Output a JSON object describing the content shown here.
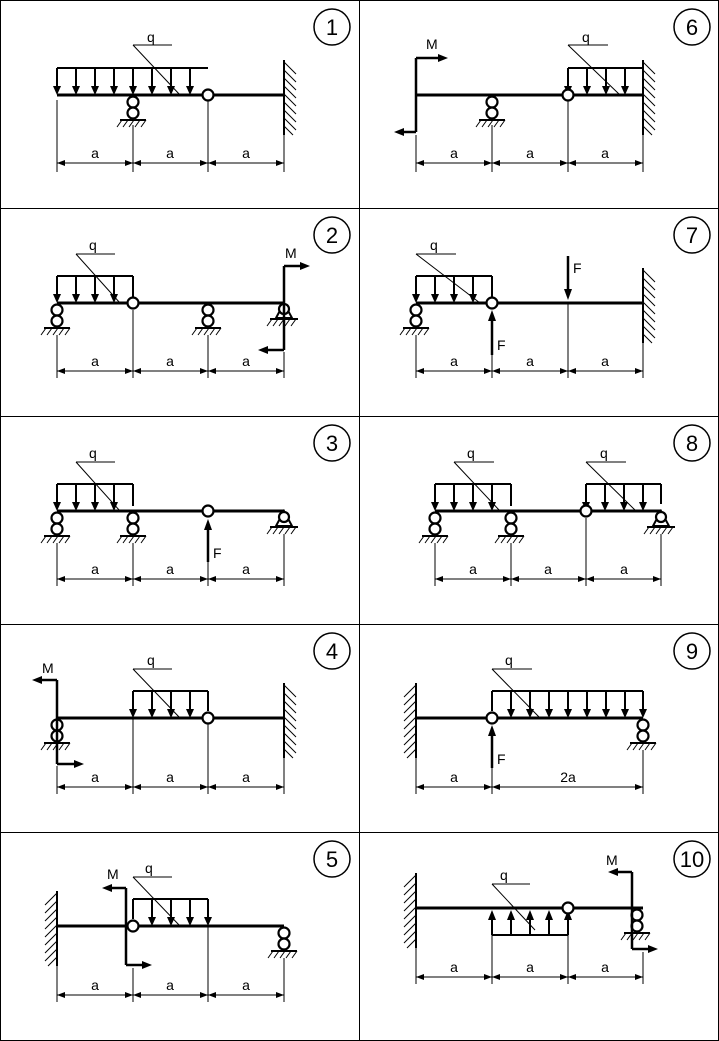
{
  "panels": [
    {
      "number": "1",
      "q": "q",
      "dims": [
        "a",
        "a",
        "a"
      ]
    },
    {
      "number": "2",
      "q": "q",
      "M": "M",
      "dims": [
        "a",
        "a",
        "a"
      ]
    },
    {
      "number": "3",
      "q": "q",
      "F": "F",
      "dims": [
        "a",
        "a",
        "a"
      ]
    },
    {
      "number": "4",
      "q": "q",
      "M": "M",
      "dims": [
        "a",
        "a",
        "a"
      ]
    },
    {
      "number": "5",
      "q": "q",
      "M": "M",
      "dims": [
        "a",
        "a",
        "a"
      ]
    },
    {
      "number": "6",
      "q": "q",
      "M": "M",
      "dims": [
        "a",
        "a",
        "a"
      ]
    },
    {
      "number": "7",
      "q": "q",
      "F_top": "F",
      "F_bottom": "F",
      "dims": [
        "a",
        "a",
        "a"
      ]
    },
    {
      "number": "8",
      "q1": "q",
      "q2": "q",
      "dims": [
        "a",
        "a",
        "a"
      ]
    },
    {
      "number": "9",
      "q": "q",
      "F": "F",
      "dims": [
        "a",
        "2a"
      ]
    },
    {
      "number": "10",
      "q": "q",
      "M": "M",
      "dims": [
        "a",
        "a",
        "a"
      ]
    }
  ]
}
